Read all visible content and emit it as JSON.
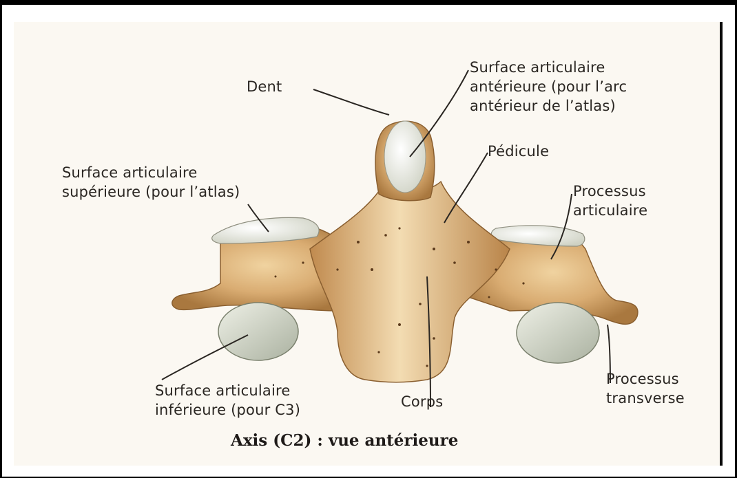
{
  "labels": {
    "dent": "Dent",
    "surface_art_anterieure": [
      "Surface articulaire",
      "antérieure (pour l’arc",
      "antérieur de l’atlas)"
    ],
    "pedicule": "Pédicule",
    "surface_art_superieure": [
      "Surface articulaire",
      "supérieure (pour l’atlas)"
    ],
    "processus_articulaire": [
      "Processus",
      "articulaire"
    ],
    "surface_art_inferieure": [
      "Surface articulaire",
      "inférieure (pour C3)"
    ],
    "corps": "Corps",
    "processus_transverse": [
      "Processus",
      "transverse"
    ]
  },
  "caption": "Axis (C2) : vue antérieure",
  "colors": {
    "bone": "#d9ac72",
    "bone_shadow": "#a9783f",
    "bone_highlight": "#f3dcb2",
    "cartilage": "#eceadf",
    "leader": "#2a2622"
  }
}
